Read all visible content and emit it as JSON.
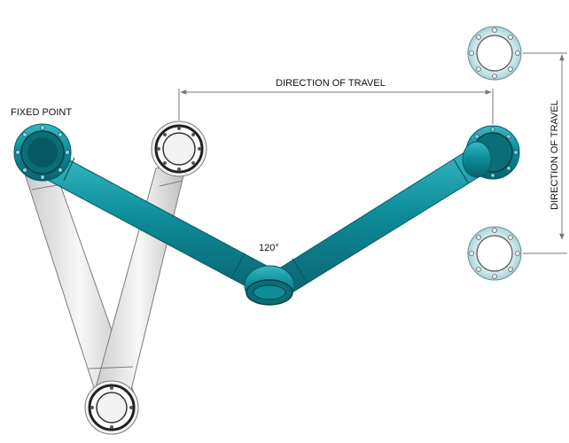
{
  "labels": {
    "fixed_point": "FIXED POINT",
    "direction_horizontal": "DIRECTION OF TRAVEL",
    "direction_vertical": "DIRECTION OF TRAVEL",
    "angle": "120°"
  },
  "colors": {
    "pipe": "#0e8c9a",
    "pipe_dark": "#0a6e78",
    "pipe_light": "#37b9c5",
    "ghost_pipe": "#eeeeee",
    "ghost_outline": "#888888",
    "ghost_flange": "#cfe6ea",
    "dimension_line": "#777777",
    "text": "#111111"
  },
  "icons": {
    "flange": "bolted-flange-icon",
    "elbow": "pipe-elbow-icon"
  }
}
